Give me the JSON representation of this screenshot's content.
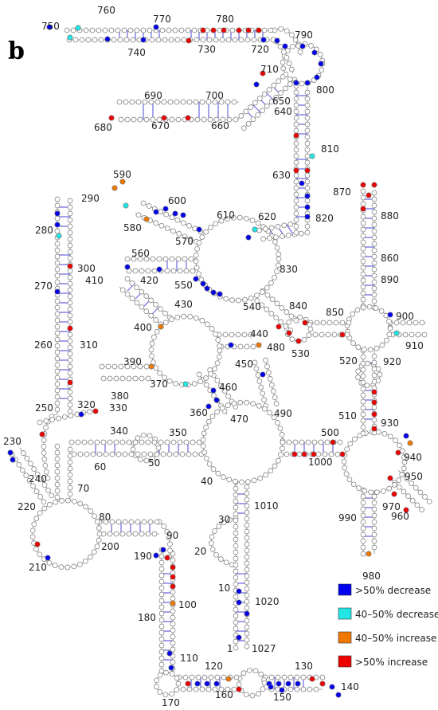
{
  "panel_label": "b",
  "legend": {
    "items": [
      {
        "label": ">50% decrease",
        "color": "#0000ee"
      },
      {
        "label": "40–50% decrease",
        "color": "#22e6e6"
      },
      {
        "label": "40–50% increase",
        "color": "#ee7700"
      },
      {
        "label": ">50% increase",
        "color": "#ee0000"
      }
    ]
  },
  "position_labels": [
    "750",
    "760",
    "770",
    "780",
    "790",
    "740",
    "730",
    "720",
    "800",
    "710",
    "650",
    "640",
    "690",
    "700",
    "680",
    "670",
    "660",
    "810",
    "630",
    "820",
    "590",
    "600",
    "580",
    "870",
    "880",
    "290",
    "280",
    "610",
    "620",
    "570",
    "560",
    "860",
    "410",
    "420",
    "300",
    "830",
    "550",
    "890",
    "270",
    "540",
    "840",
    "430",
    "850",
    "900",
    "400",
    "440",
    "910",
    "530",
    "260",
    "310",
    "450",
    "480",
    "920",
    "520",
    "390",
    "460",
    "370",
    "380",
    "250",
    "320",
    "360",
    "330",
    "470",
    "490",
    "510",
    "930",
    "340",
    "350",
    "500",
    "230",
    "60",
    "50",
    "1000",
    "940",
    "240",
    "70",
    "40",
    "950",
    "220",
    "1010",
    "970",
    "990",
    "960",
    "80",
    "30",
    "90",
    "200",
    "20",
    "190",
    "210",
    "980",
    "100",
    "10",
    "1020",
    "180",
    "110",
    "1",
    "1027",
    "120",
    "130",
    "160",
    "150",
    "140",
    "170"
  ]
}
